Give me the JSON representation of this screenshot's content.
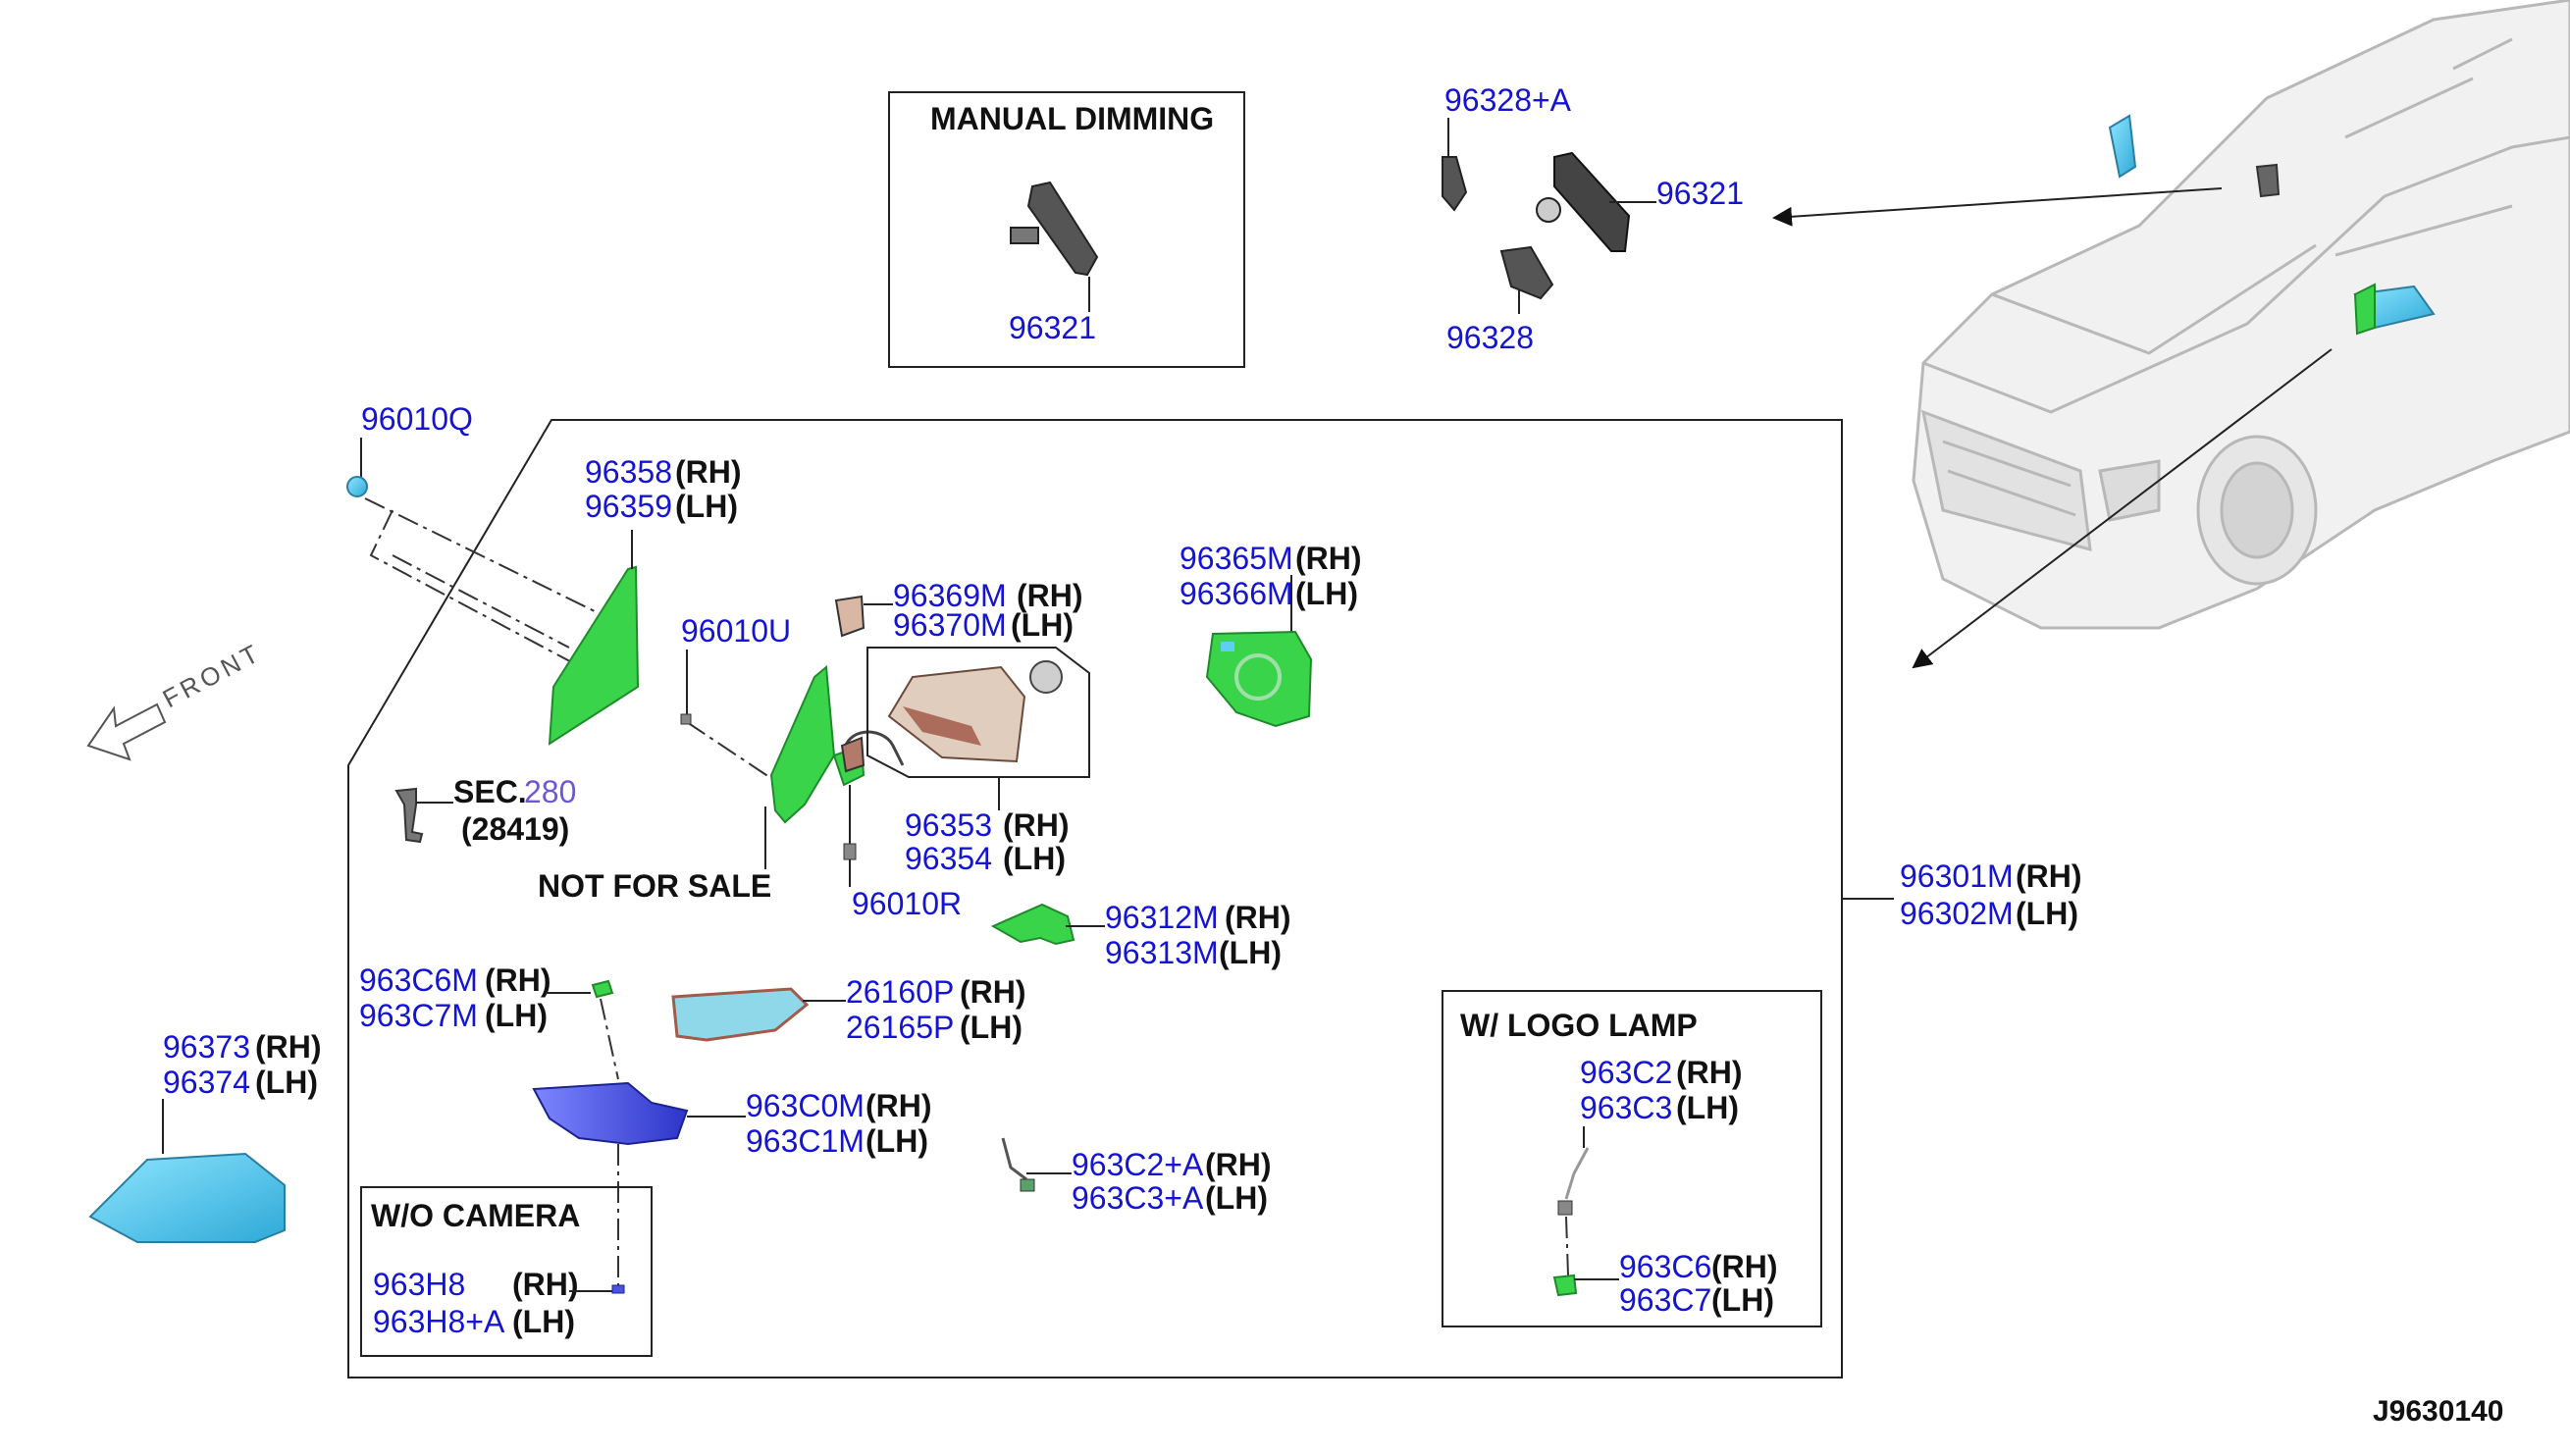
{
  "diagram_id": "J9630140",
  "boxes": {
    "manual_dimming": "MANUAL DIMMING",
    "wo_camera": "W/O CAMERA",
    "w_logo_lamp": "W/ LOGO LAMP"
  },
  "notes": {
    "not_for_sale": "NOT FOR SALE",
    "sec": "SEC.",
    "sec_num": "280",
    "sec_sub": "(28419)",
    "front": "FRONT"
  },
  "parts": {
    "p96321_md": "96321",
    "p96328a": "96328+A",
    "p96321": "96321",
    "p96328": "96328",
    "p96010q": "96010Q",
    "p96358": "96358",
    "p96359": "96359",
    "p96010u": "96010U",
    "p96369m": "96369M",
    "p96370m": "96370M",
    "p96365m": "96365M",
    "p96366m": "96366M",
    "p96353": "96353",
    "p96354": "96354",
    "p96010r": "96010R",
    "p96301m": "96301M",
    "p96302m": "96302M",
    "p96312m": "96312M",
    "p96313m": "96313M",
    "p963c6m": "963C6M",
    "p963c7m": "963C7M",
    "p26160p": "26160P",
    "p26165p": "26165P",
    "p96373": "96373",
    "p96374": "96374",
    "p963c0m": "963C0M",
    "p963c1m": "963C1M",
    "p963c2a": "963C2+A",
    "p963c3a": "963C3+A",
    "p963h8": "963H8",
    "p963h8a": "963H8+A",
    "p963c2": "963C2",
    "p963c3": "963C3",
    "p963c6": "963C6",
    "p963c7": "963C7"
  },
  "sides": {
    "rh": "(RH)",
    "lh": "(LH)"
  },
  "colors": {
    "part_number": "#1414d2",
    "green_part": "#3ad44a",
    "cyan_part": "#5ecff0",
    "blue_part": "#4a52e0"
  }
}
